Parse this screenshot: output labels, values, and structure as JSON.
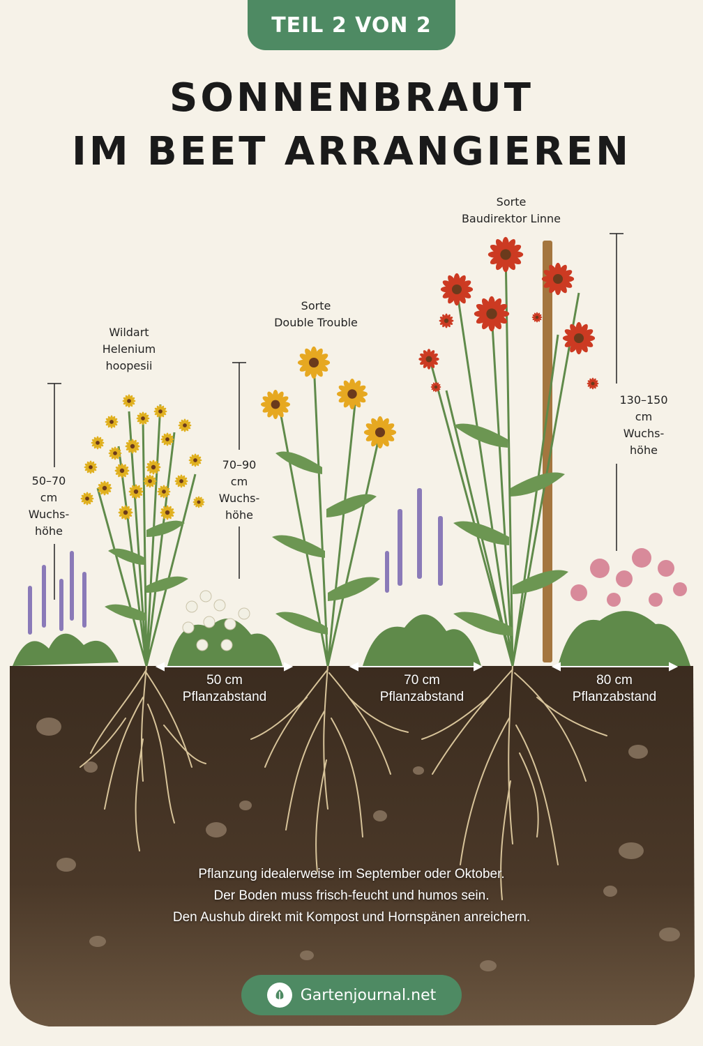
{
  "badge": {
    "label": "TEIL 2 VON 2"
  },
  "title": {
    "line1": "SONNENBRAUT",
    "line2": "IM BEET ARRANGIEREN"
  },
  "plants": [
    {
      "name_lines": [
        "Wildart",
        "Helenium",
        "hoopesii"
      ],
      "height_lines": [
        "50–70",
        "cm",
        "Wuchs-",
        "höhe"
      ],
      "flower_color": "#e0b01f"
    },
    {
      "name_lines": [
        "Sorte",
        "Double Trouble"
      ],
      "height_lines": [
        "70–90",
        "cm",
        "Wuchs-",
        "höhe"
      ],
      "flower_color": "#e6a821"
    },
    {
      "name_lines": [
        "Sorte",
        "Baudirektor Linne"
      ],
      "height_lines": [
        "130–150",
        "cm",
        "Wuchs-",
        "höhe"
      ],
      "flower_color": "#cc3a22"
    }
  ],
  "spacing": [
    {
      "distance": "50 cm",
      "label": "Pflanzabstand"
    },
    {
      "distance": "70 cm",
      "label": "Pflanzabstand"
    },
    {
      "distance": "80 cm",
      "label": "Pflanzabstand"
    }
  ],
  "info_lines": [
    "Pflanzung idealerweise im September oder Oktober.",
    "Der Boden muss frisch-feucht und humos sein.",
    "Den Aushub direkt mit Kompost und Hornspänen anreichern."
  ],
  "footer": {
    "brand": "Gartenjournal.net"
  },
  "colors": {
    "accent": "#4e8a63",
    "soil": "#3e2f22",
    "background": "#f6f2e8",
    "leaf": "#5f8a4a",
    "lavender": "#8a7ab8",
    "yarrow": "#d88a9a"
  }
}
